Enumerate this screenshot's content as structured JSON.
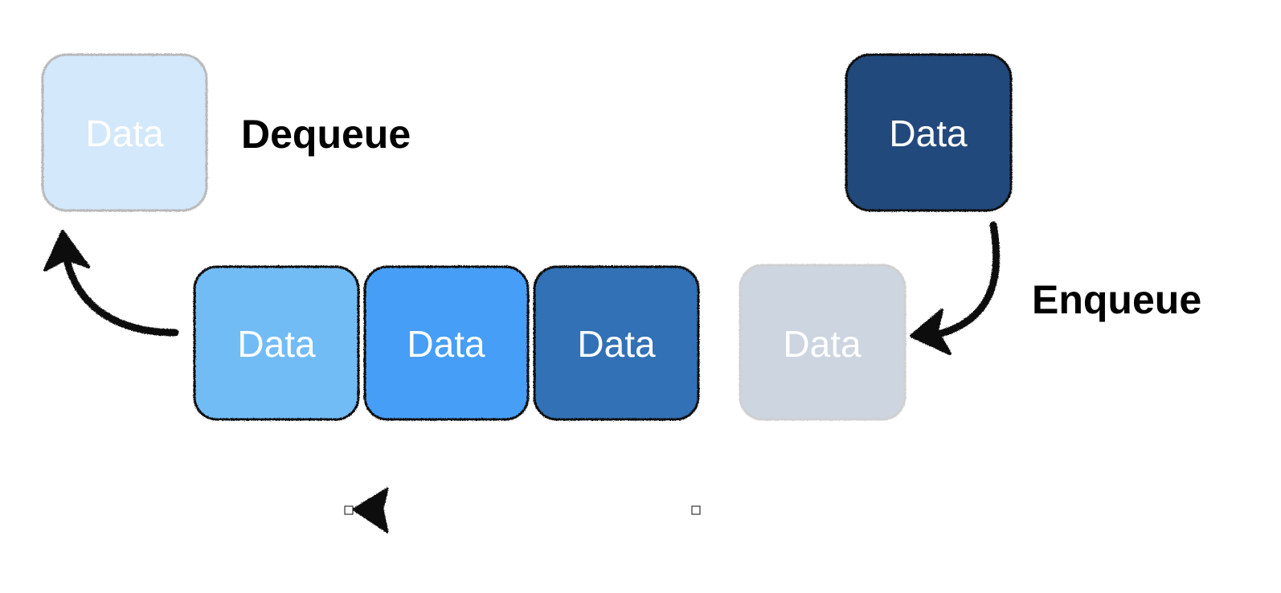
{
  "labels": {
    "dequeue": "Dequeue",
    "enqueue": "Enqueue"
  },
  "boxes": {
    "dequeued": {
      "text": "Data",
      "color": "#d3e8fb"
    },
    "queue_1": {
      "text": "Data",
      "color": "#72bcf6"
    },
    "queue_2": {
      "text": "Data",
      "color": "#469ef6"
    },
    "queue_3": {
      "text": "Data",
      "color": "#3271b5"
    },
    "slot_empty": {
      "text": "Data",
      "color": "#ccd5e0"
    },
    "incoming": {
      "text": "Data",
      "color": "#214a7c"
    }
  }
}
